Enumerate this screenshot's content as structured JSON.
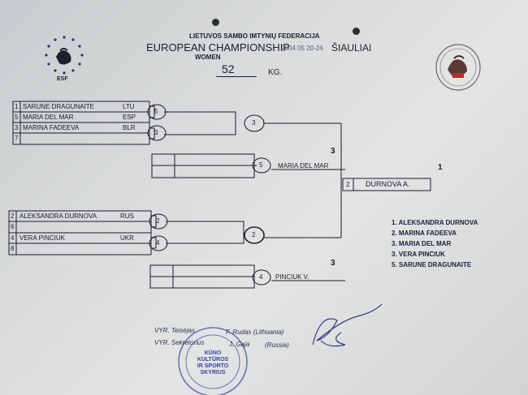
{
  "header": {
    "federation": "LIETUVOS SAMBO IMTYNIŲ FEDERACIJA",
    "event": "EUROPEAN CHAMPIONSHIP",
    "dates": "2004 05 20-24",
    "city": "ŠIAULIAI",
    "category": "WOMEN",
    "weight": "52",
    "unit": "KG.",
    "left_logo_text": "ESF"
  },
  "pool_top": [
    {
      "seed": "1",
      "name": "SARUNE DRAGUNAITE",
      "country": "LTU"
    },
    {
      "seed": "5",
      "name": "MARIA DEL MAR",
      "country": "ESP"
    },
    {
      "seed": "3",
      "name": "MARINA FADEEVA",
      "country": "BLR"
    },
    {
      "seed": "7",
      "name": "",
      "country": ""
    }
  ],
  "pool_bottom": [
    {
      "seed": "2",
      "name": "ALEKSANDRA DURNOVA",
      "country": "RUS"
    },
    {
      "seed": "6",
      "name": "",
      "country": ""
    },
    {
      "seed": "4",
      "name": "VERA PINCIUK",
      "country": "UKR"
    },
    {
      "seed": "8",
      "name": "",
      "country": ""
    }
  ],
  "bouts": {
    "r1_a": "5",
    "r1_b": "3",
    "r2_top": "3",
    "r1_c": "2",
    "r1_d": "4",
    "r2_bottom": "2",
    "bronze_top_seed": "5",
    "bronze_top_name": "MARIA DEL MAR",
    "bronze_top_place": "3",
    "bronze_bottom_seed": "4",
    "bronze_bottom_name": "PINCIUK V.",
    "bronze_bottom_place": "3",
    "final_seed": "2",
    "final_name": "DURNOVA A.",
    "final_place": "1"
  },
  "results": [
    "1. ALEKSANDRA DURNOVA",
    "2. MARINA FADEEVA",
    "3. MARIA DEL MAR",
    "3. VERA PINCIUK",
    "5. SARUNE DRAGUNAITE"
  ],
  "officials": {
    "referee_role": "VYR. Teisėjas",
    "referee_name": "F. Rudas (Lithuania)",
    "secretary_role": "VYR. Sekretorius",
    "secretary_name": "J. Gaja",
    "secretary_country": "(Russia)"
  },
  "stamp": {
    "line1": "KŪNO",
    "line2": "KULTŪROS",
    "line3": "IR SPORTO",
    "line4": "SKYRIUS"
  }
}
